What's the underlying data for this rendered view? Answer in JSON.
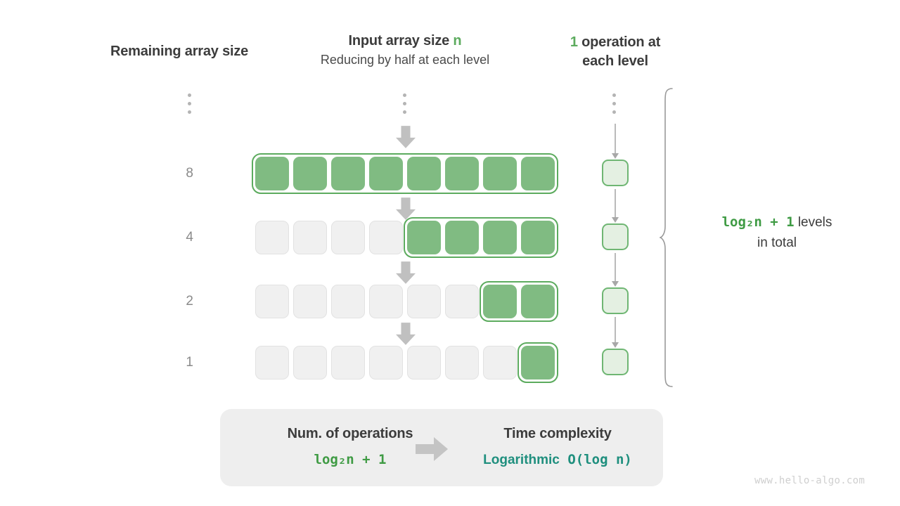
{
  "headers": {
    "remaining": "Remaining array size",
    "input_title_prefix": "Input array size ",
    "input_title_var": "n",
    "input_subtitle": "Reducing by half at each level",
    "ops_count": "1",
    "ops_text_line1": " operation at",
    "ops_text_line2": "each level"
  },
  "colors": {
    "green_fill": "#80bb82",
    "green_border": "#5cab5e",
    "green_text": "#3f9b44",
    "light_green_fill": "#e4f0e2",
    "empty_fill": "#f0f0f0",
    "arrow_gray": "#c0c0c0",
    "teal": "#1f8f7e",
    "panel_bg": "#eeeeee"
  },
  "rows": [
    {
      "size_label": "8",
      "total_cells": 8,
      "filled_cells": 8
    },
    {
      "size_label": "4",
      "total_cells": 8,
      "filled_cells": 4
    },
    {
      "size_label": "2",
      "total_cells": 8,
      "filled_cells": 2
    },
    {
      "size_label": "1",
      "total_cells": 8,
      "filled_cells": 1
    }
  ],
  "operations": {
    "box_count": 4,
    "box_label": ""
  },
  "brace": {
    "formula": "log₂n + 1",
    "text_after": "  levels",
    "text_line2": "in total"
  },
  "summary": {
    "left_title": "Num. of operations",
    "left_value": "log₂n + 1",
    "right_title": "Time complexity",
    "right_value_word": "Logarithmic",
    "right_value_notation": "O(log n)"
  },
  "watermark": "www.hello-algo.com"
}
